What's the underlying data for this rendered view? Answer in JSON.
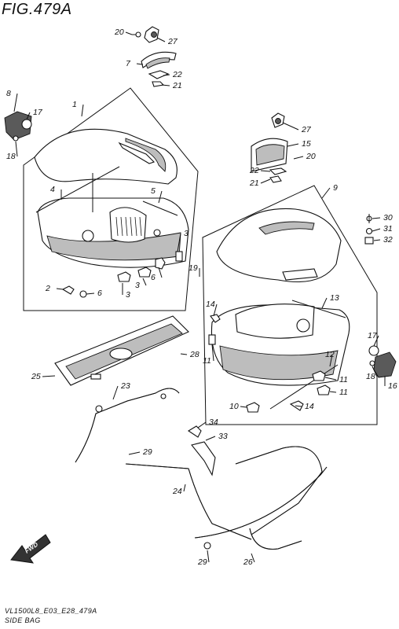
{
  "header": {
    "figure_title": "FIG.479A"
  },
  "footer": {
    "model_code": "VL1500L8_E03_E28_479A",
    "section_name": "SIDE BAG"
  },
  "fwd_arrow": {
    "label": "FWD"
  },
  "callouts": [
    {
      "id": "c20a",
      "label": "20"
    },
    {
      "id": "c27a",
      "label": "27"
    },
    {
      "id": "c7",
      "label": "7"
    },
    {
      "id": "c22a",
      "label": "22"
    },
    {
      "id": "c21a",
      "label": "21"
    },
    {
      "id": "c8",
      "label": "8"
    },
    {
      "id": "c17a",
      "label": "17"
    },
    {
      "id": "c1",
      "label": "1"
    },
    {
      "id": "c18a",
      "label": "18"
    },
    {
      "id": "c4",
      "label": "4"
    },
    {
      "id": "c5",
      "label": "5"
    },
    {
      "id": "c3a",
      "label": "3"
    },
    {
      "id": "c2",
      "label": "2"
    },
    {
      "id": "c6a",
      "label": "6"
    },
    {
      "id": "c3b",
      "label": "3"
    },
    {
      "id": "c3c",
      "label": "3"
    },
    {
      "id": "c6b",
      "label": "6"
    },
    {
      "id": "c27b",
      "label": "27"
    },
    {
      "id": "c15",
      "label": "15"
    },
    {
      "id": "c20b",
      "label": "20"
    },
    {
      "id": "c22b",
      "label": "22"
    },
    {
      "id": "c21b",
      "label": "21"
    },
    {
      "id": "c9",
      "label": "9"
    },
    {
      "id": "c30",
      "label": "30"
    },
    {
      "id": "c31",
      "label": "31"
    },
    {
      "id": "c32",
      "label": "32"
    },
    {
      "id": "c19",
      "label": "19"
    },
    {
      "id": "c14a",
      "label": "14"
    },
    {
      "id": "c13",
      "label": "13"
    },
    {
      "id": "c11a",
      "label": "11"
    },
    {
      "id": "c12",
      "label": "12"
    },
    {
      "id": "c11b",
      "label": "11"
    },
    {
      "id": "c11c",
      "label": "11"
    },
    {
      "id": "c17b",
      "label": "17"
    },
    {
      "id": "c18b",
      "label": "18"
    },
    {
      "id": "c16",
      "label": "16"
    },
    {
      "id": "c10",
      "label": "10"
    },
    {
      "id": "c14b",
      "label": "14"
    },
    {
      "id": "c28",
      "label": "28"
    },
    {
      "id": "c25",
      "label": "25"
    },
    {
      "id": "c23",
      "label": "23"
    },
    {
      "id": "c34",
      "label": "34"
    },
    {
      "id": "c33",
      "label": "33"
    },
    {
      "id": "c29a",
      "label": "29"
    },
    {
      "id": "c24",
      "label": "24"
    },
    {
      "id": "c29b",
      "label": "29"
    },
    {
      "id": "c26",
      "label": "26"
    }
  ],
  "colors": {
    "ink": "#111111",
    "shade": "#bdbdbd",
    "dark_shade": "#5a5a5a",
    "paper": "#ffffff"
  }
}
